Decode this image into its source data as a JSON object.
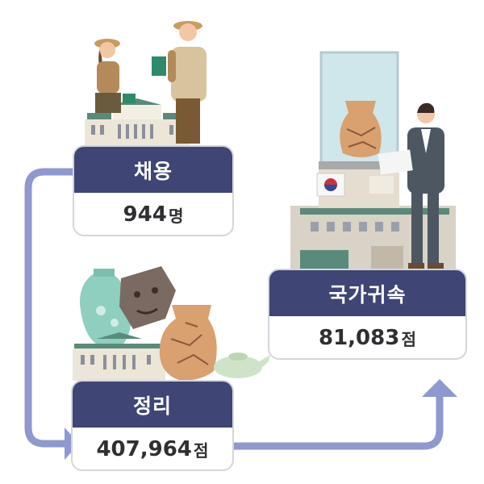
{
  "steps": [
    {
      "label": "채용",
      "value": "944",
      "unit": "명"
    },
    {
      "label": "정리",
      "value": "407,964",
      "unit": "점"
    },
    {
      "label": "국가귀속",
      "value": "81,083",
      "unit": "점"
    }
  ],
  "colors": {
    "header": "#3f4574",
    "arrow": "#8f98cf",
    "card_border": "#d4d6dc",
    "value_text": "#2f2f33"
  },
  "icons": [
    "researchers-illustration",
    "museum-building-icon",
    "celadon-vase-icon",
    "mask-shard-icon",
    "restored-jar-icon",
    "teapot-icon",
    "display-case-icon",
    "korea-emblem-icon",
    "curator-illustration"
  ]
}
